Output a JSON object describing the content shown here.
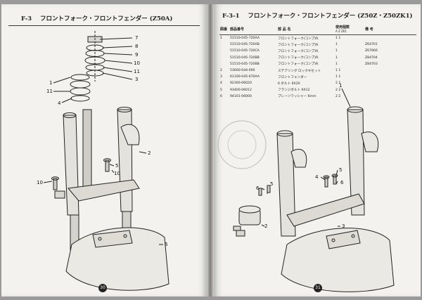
{
  "left_page": {
    "header_code": "F-3",
    "header_title": "フロントフォーク・フロントフェンダー (Z50A)",
    "callouts": [
      "7",
      "8",
      "9",
      "10",
      "11",
      "3",
      "1",
      "11",
      "4",
      "2",
      "5",
      "10",
      "10",
      "6"
    ],
    "page_number": "30"
  },
  "right_page": {
    "header_code": "F-3-1",
    "header_title": "フロントフォーク・フロントフェンダー (Z50Z・Z50ZK1)",
    "table": {
      "headers": {
        "ref": "図番",
        "part_no": "部品番号",
        "name": "部 品 名",
        "qty": "使用個数",
        "qty_sub": "A  Z  ZK1",
        "remarks": "備 考"
      },
      "rows": [
        {
          "ref": "1",
          "part_no": "51510-045-720AA",
          "name": "フロントフォーク(コンプ)R.",
          "qty": "1  1",
          "remarks": ""
        },
        {
          "ref": "",
          "part_no": "51510-045-720AB",
          "name": "フロントフォーク(コンプ)R.",
          "qty": "1",
          "remarks": "Z64701"
        },
        {
          "ref": "",
          "part_no": "51510-045-720CA",
          "name": "フロントフォーク(コンプ)R.",
          "qty": "1",
          "remarks": "Z67666"
        },
        {
          "ref": "",
          "part_no": "51510-045-720BB",
          "name": "フロントフォーク(コンプ)R.",
          "qty": "1",
          "remarks": "Z84704"
        },
        {
          "ref": "",
          "part_no": "51510-045-720BB",
          "name": "フロントフォーク(コンプ)R.",
          "qty": "1",
          "remarks": "Z84703"
        },
        {
          "ref": "2",
          "part_no": "53600-044-000",
          "name": "ステアリング ロックキセット",
          "qty": "1  1",
          "remarks": ""
        },
        {
          "ref": "3",
          "part_no": "61100-045-670AA",
          "name": "フロントフェンダー",
          "qty": "1  1",
          "remarks": ""
        },
        {
          "ref": "4",
          "part_no": "92300-06020",
          "name": "6 ボルト 6X20",
          "qty": "2  2",
          "remarks": ""
        },
        {
          "ref": "5",
          "part_no": "93400-06012",
          "name": "フランジボルト 6X12",
          "qty": "2  2",
          "remarks": ""
        },
        {
          "ref": "6",
          "part_no": "94101-06000",
          "name": "プレーンワッシャー 6mm",
          "qty": "2  2",
          "remarks": ""
        }
      ]
    },
    "callouts": [
      "1",
      "4",
      "5",
      "6",
      "6",
      "5",
      "2",
      "3"
    ],
    "page_number": "31"
  }
}
